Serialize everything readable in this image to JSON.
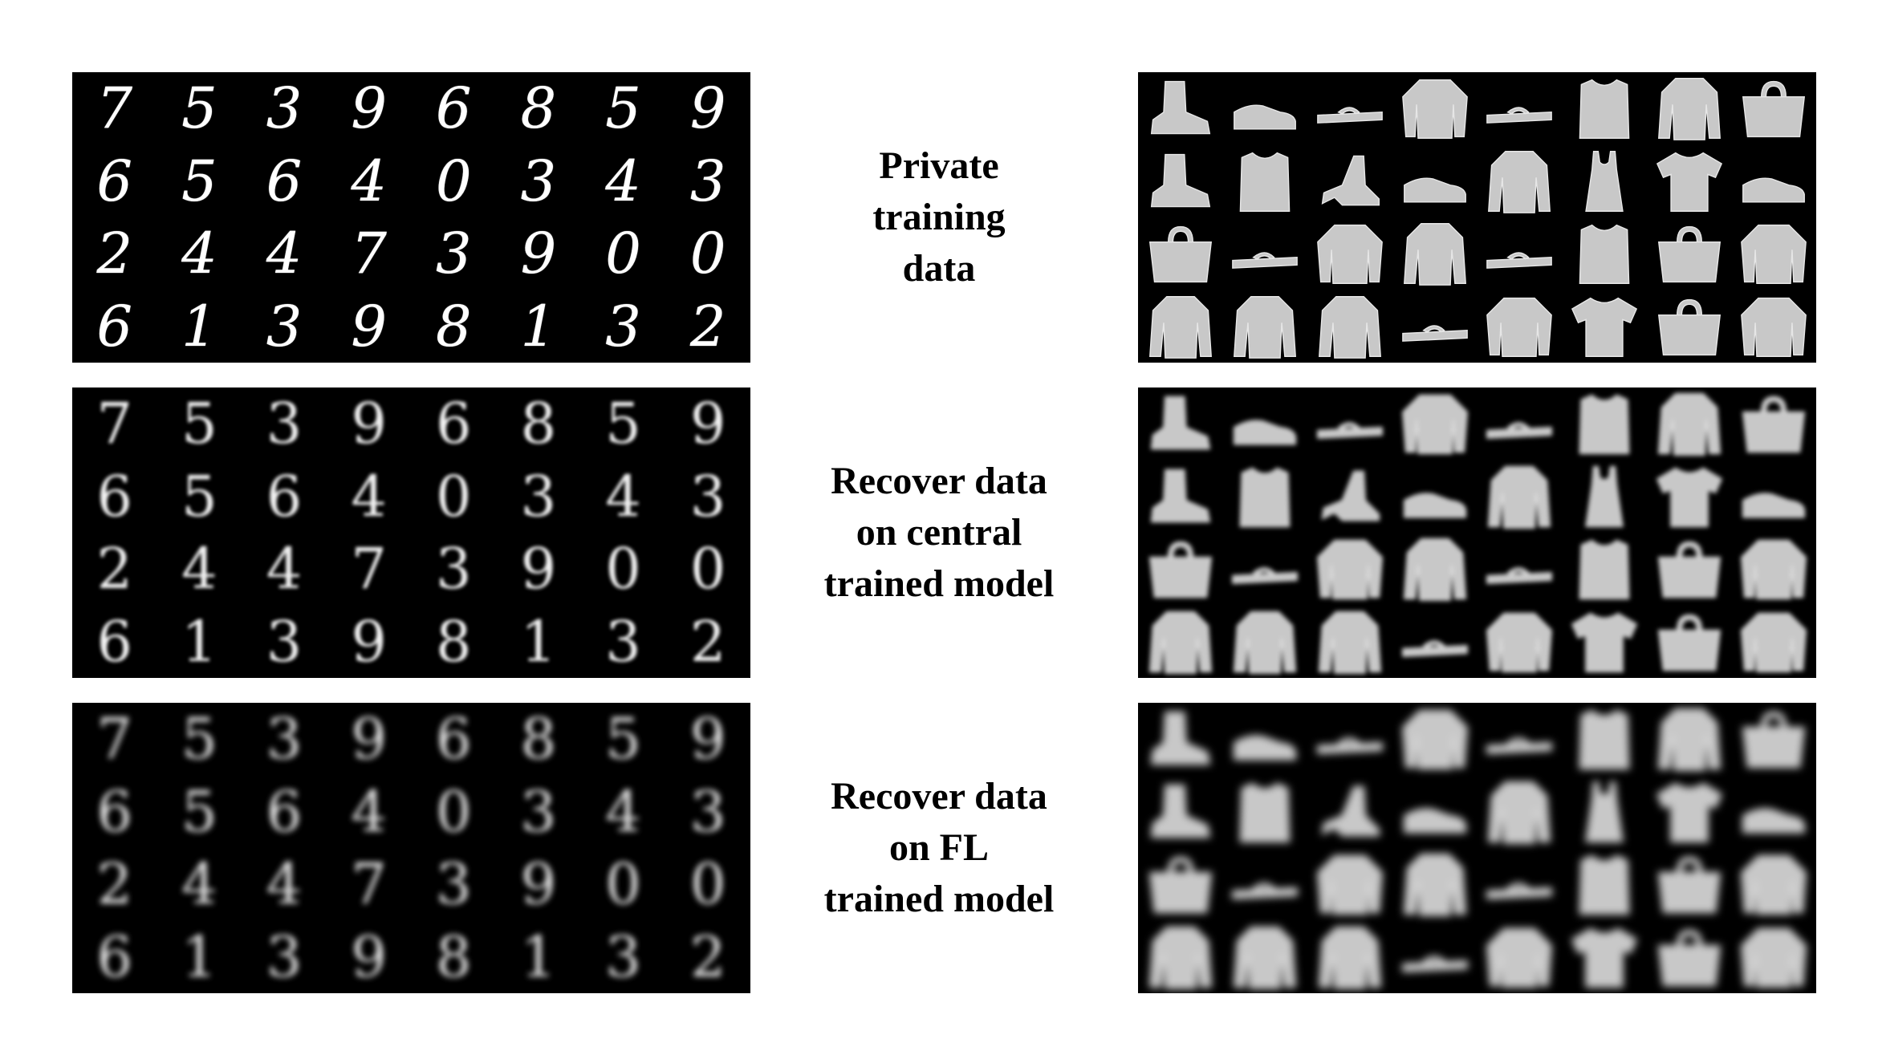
{
  "labels": {
    "row1": [
      "Private",
      "training",
      "data"
    ],
    "row2": [
      "Recover data",
      "on central",
      "trained model"
    ],
    "row3": [
      "Recover data",
      "on FL",
      "trained model"
    ]
  },
  "digits": [
    [
      "7",
      "5",
      "3",
      "9",
      "6",
      "8",
      "5",
      "9"
    ],
    [
      "6",
      "5",
      "6",
      "4",
      "0",
      "3",
      "4",
      "3"
    ],
    [
      "2",
      "4",
      "4",
      "7",
      "3",
      "9",
      "0",
      "0"
    ],
    [
      "6",
      "1",
      "3",
      "9",
      "8",
      "1",
      "3",
      "2"
    ]
  ],
  "fashion_icons": [
    [
      "boot-icon",
      "sneaker-icon",
      "sandal-icon",
      "pullover-icon",
      "sandal-icon",
      "shirt-icon",
      "coat-icon",
      "bag-icon"
    ],
    [
      "boot-icon",
      "shirt-icon",
      "heel-icon",
      "sneaker-icon",
      "coat-icon",
      "top-icon",
      "tshirt-icon",
      "sneaker-icon"
    ],
    [
      "bag-icon",
      "sandal-icon",
      "pullover-icon",
      "coat-icon",
      "sandal-icon",
      "shirt-icon",
      "bag-icon",
      "pullover-icon"
    ],
    [
      "coat-icon",
      "coat-icon",
      "coat-icon",
      "sandal-icon",
      "pullover-icon",
      "tshirt-icon",
      "bag-icon",
      "pullover-icon"
    ]
  ]
}
